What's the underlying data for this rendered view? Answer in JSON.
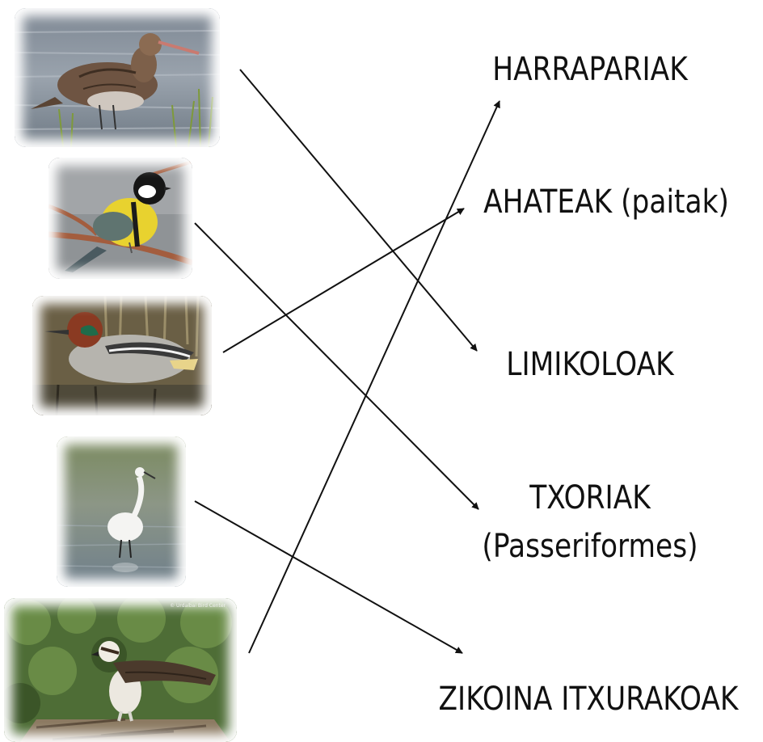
{
  "categories": {
    "harrapariak": "HARRAPARIAK",
    "ahateak": "AHATEAK (paitak)",
    "limikoloak": "LIMIKOLOAK",
    "txoriak_line1": "TXORIAK",
    "txoriak_line2": "(Passeriformes)",
    "zikoina": "ZIKOINA ITXURAKOAK"
  },
  "images": {
    "osprey_credit": "© Urdaibai Bird Center"
  },
  "colors": {
    "line": "#111111",
    "label": "#111111"
  }
}
